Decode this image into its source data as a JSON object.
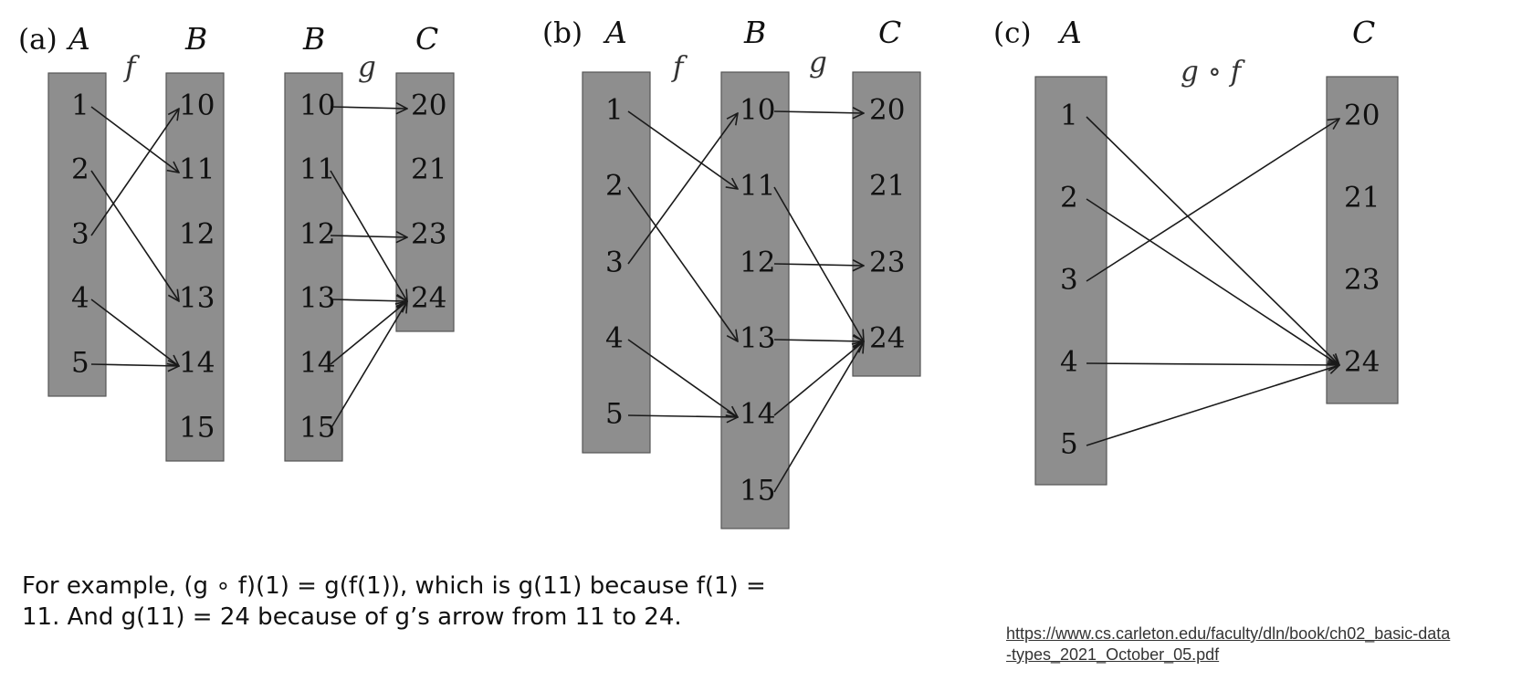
{
  "panels": [
    {
      "id": "a",
      "label": "(a)",
      "diagrams": [
        {
          "id": "a-f",
          "function_label": "f",
          "left": {
            "header": "A",
            "items": [
              "1",
              "2",
              "3",
              "4",
              "5"
            ]
          },
          "right": {
            "header": "B",
            "items": [
              "10",
              "11",
              "12",
              "13",
              "14",
              "15"
            ]
          },
          "mapping": {
            "1": "11",
            "2": "13",
            "3": "10",
            "4": "14",
            "5": "14"
          }
        },
        {
          "id": "a-g",
          "function_label": "g",
          "left": {
            "header": "B",
            "items": [
              "10",
              "11",
              "12",
              "13",
              "14",
              "15"
            ]
          },
          "right": {
            "header": "C",
            "items": [
              "20",
              "21",
              "23",
              "24"
            ]
          },
          "mapping": {
            "10": "20",
            "11": "24",
            "12": "23",
            "13": "24",
            "14": "24",
            "15": "24"
          }
        }
      ]
    },
    {
      "id": "b",
      "label": "(b)",
      "diagrams": [
        {
          "id": "b-chain",
          "columns": [
            {
              "header": "A",
              "items": [
                "1",
                "2",
                "3",
                "4",
                "5"
              ]
            },
            {
              "header": "B",
              "items": [
                "10",
                "11",
                "12",
                "13",
                "14",
                "15"
              ]
            },
            {
              "header": "C",
              "items": [
                "20",
                "21",
                "23",
                "24"
              ]
            }
          ],
          "function_labels": [
            "f",
            "g"
          ],
          "mappings": [
            {
              "1": "11",
              "2": "13",
              "3": "10",
              "4": "14",
              "5": "14"
            },
            {
              "10": "20",
              "11": "24",
              "12": "23",
              "13": "24",
              "14": "24",
              "15": "24"
            }
          ]
        }
      ]
    },
    {
      "id": "c",
      "label": "(c)",
      "diagrams": [
        {
          "id": "c-gof",
          "function_label": "g ∘ f",
          "left": {
            "header": "A",
            "items": [
              "1",
              "2",
              "3",
              "4",
              "5"
            ]
          },
          "right": {
            "header": "C",
            "items": [
              "20",
              "21",
              "23",
              "24"
            ]
          },
          "mapping": {
            "1": "24",
            "2": "24",
            "3": "20",
            "4": "24",
            "5": "24"
          }
        }
      ]
    }
  ],
  "caption": {
    "line1": "For example, (g ∘ f)(1) = g(f(1)), which is g(11) because f(1) =",
    "line2": "11. And g(11) = 24 because of g’s arrow from 11 to 24."
  },
  "source": {
    "line1": "https://www.cs.carleton.edu/faculty/dln/book/ch02_basic-data",
    "line2": "-types_2021_October_05.pdf"
  }
}
